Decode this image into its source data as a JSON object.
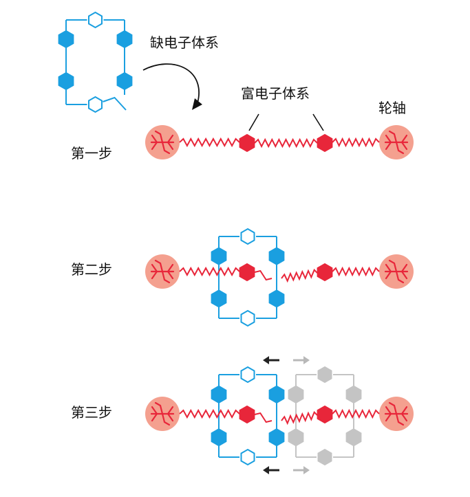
{
  "labels": {
    "electron_poor": "缺电子体系",
    "electron_rich": "富电子体系",
    "axle": "轮轴",
    "step1": "第一步",
    "step2": "第二步",
    "step3": "第三步"
  },
  "colors": {
    "blue": "#1a9fe0",
    "red": "#e8263a",
    "stopper_fill": "#f4a08f",
    "gray": "#c4c4c4",
    "arrow_dark": "#222222",
    "arrow_light": "#b8b8b8",
    "text": "#111111"
  },
  "icons": {
    "stopper": "stopper-icon",
    "hexagon": "hexagon-icon",
    "arrow": "arrow-left-icon"
  }
}
